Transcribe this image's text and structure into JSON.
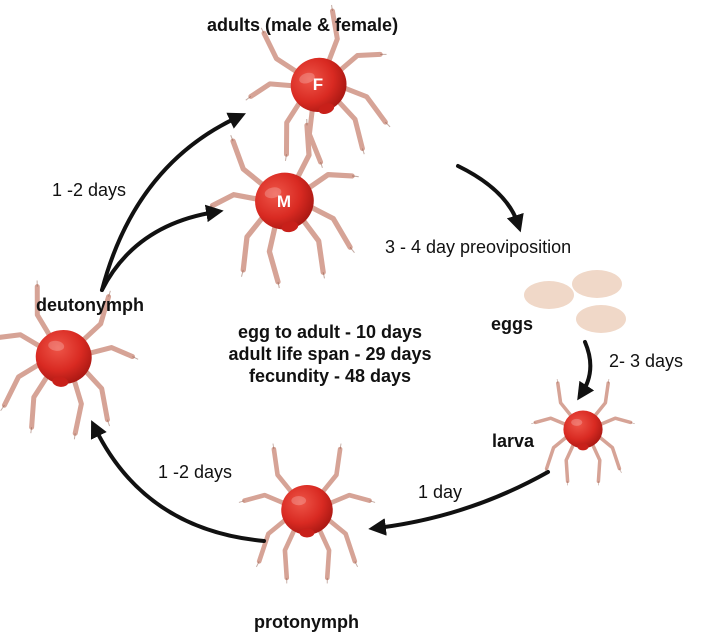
{
  "stages": {
    "adults": "adults (male & female)",
    "eggs": "eggs",
    "larva": "larva",
    "protonymph": "protonymph",
    "deutonymph": "deutonymph"
  },
  "mite_marks": {
    "female": "F",
    "male": "M"
  },
  "durations": {
    "adult_to_eggs": "3 - 4 day preoviposition",
    "eggs_to_larva": "2- 3 days",
    "larva_to_protonymph": "1 day",
    "protonymph_to_deutonymph": "1 -2 days",
    "deutonymph_to_adults": "1 -2 days"
  },
  "summary": [
    "egg to adult - 10 days",
    "adult life span - 29 days",
    "fecundity - 48 days"
  ],
  "colors": {
    "mite_body": "#d92a22",
    "mite_legs": "#d8a89a",
    "egg": "#f0d8c8",
    "arrow": "#111111"
  }
}
